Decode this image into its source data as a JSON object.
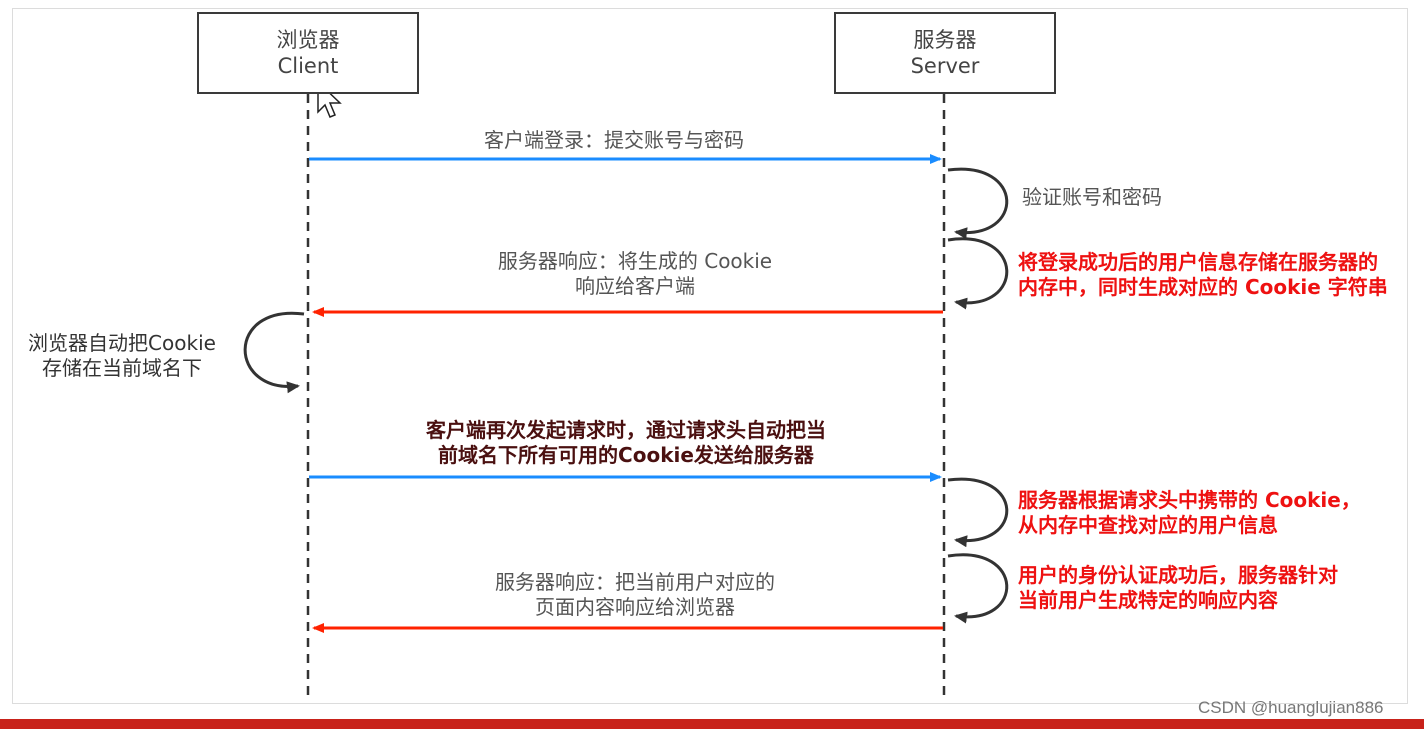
{
  "client": {
    "line1": "浏览器",
    "line2": "Client"
  },
  "server": {
    "line1": "服务器",
    "line2": "Server"
  },
  "messages": {
    "m1": "客户端登录：提交账号与密码",
    "m2_line1": "服务器响应：将生成的 Cookie",
    "m2_line2": "响应给客户端",
    "m3_line1": "客户端再次发起请求时，通过请求头自动把当",
    "m3_line2": "前域名下所有可用的Cookie发送给服务器",
    "m4_line1": "服务器响应：把当前用户对应的",
    "m4_line2": "页面内容响应给浏览器"
  },
  "notes": {
    "verify": "验证账号和密码",
    "store_line1": "将登录成功后的用户信息存储在服务器的",
    "store_line2": "内存中，同时生成对应的 Cookie 字符串",
    "browser_line1": "浏览器自动把Cookie",
    "browser_line2": "存储在当前域名下",
    "lookup_line1": "服务器根据请求头中携带的 Cookie，",
    "lookup_line2": "从内存中查找对应的用户信息",
    "auth_line1": "用户的身份认证成功后，服务器针对",
    "auth_line2": "当前用户生成特定的响应内容"
  },
  "watermark": "CSDN @huanglujian886",
  "colors": {
    "request": "#1a8cff",
    "response": "#ff2200",
    "note_red": "#ee1111",
    "bar": "#c8221a"
  }
}
